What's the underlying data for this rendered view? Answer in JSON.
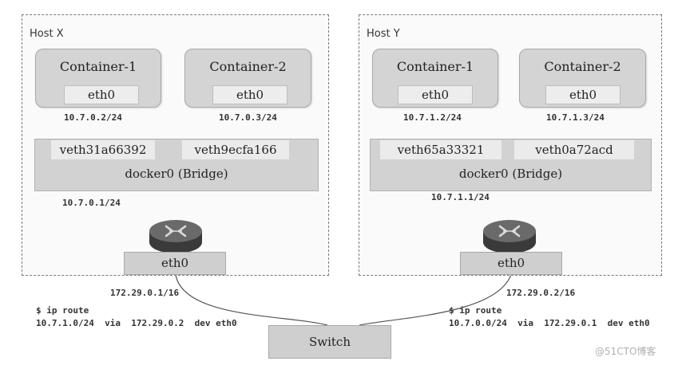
{
  "hosts": [
    {
      "label": "Host X",
      "containers": [
        {
          "title": "Container-1",
          "eth": "eth0",
          "ip": "10.7.0.2/24"
        },
        {
          "title": "Container-2",
          "eth": "eth0",
          "ip": "10.7.0.3/24"
        }
      ],
      "veths": [
        "veth31a66392",
        "veth9ecfa166"
      ],
      "bridge_label": "docker0 (Bridge)",
      "bridge_ip": "10.7.0.1/24",
      "host_eth": "eth0",
      "host_ip": "172.29.0.1/16",
      "route_cmd": "$ ip route",
      "route_entry": "10.7.1.0/24  via  172.29.0.2  dev eth0"
    },
    {
      "label": "Host Y",
      "containers": [
        {
          "title": "Container-1",
          "eth": "eth0",
          "ip": "10.7.1.2/24"
        },
        {
          "title": "Container-2",
          "eth": "eth0",
          "ip": "10.7.1.3/24"
        }
      ],
      "veths": [
        "veth65a33321",
        "veth0a72acd"
      ],
      "bridge_label": "docker0 (Bridge)",
      "bridge_ip": "10.7.1.1/24",
      "host_eth": "eth0",
      "host_ip": "172.29.0.2/16",
      "route_cmd": "$ ip route",
      "route_entry": "10.7.0.0/24  via  172.29.0.1  dev eth0"
    }
  ],
  "switch_label": "Switch",
  "watermark": "@51CTO博客",
  "icons": {
    "router": "router-icon"
  },
  "colors": {
    "box_fill": "#d4d4d4",
    "light_fill": "#ededed",
    "line": "#555555"
  }
}
